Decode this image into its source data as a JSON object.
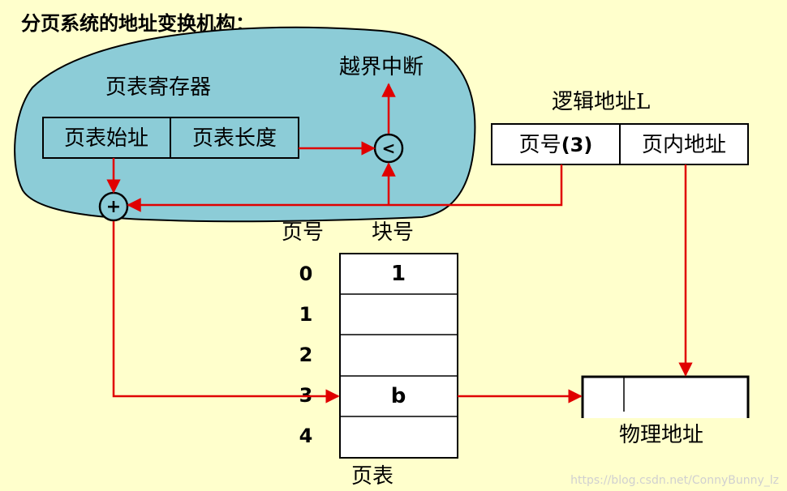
{
  "title": "分页系统的地址变换机构：",
  "register": {
    "label": "页表寄存器",
    "start_field": "页表始址",
    "length_field": "页表长度"
  },
  "compare_symbol": "<",
  "add_symbol": "+",
  "out_of_bounds": "越界中断",
  "logical_address": {
    "label": "逻辑地址L",
    "page_number_prefix": "页号",
    "page_number_value": "(3)",
    "offset_field": "页内地址"
  },
  "page_table": {
    "col_page": "页号",
    "col_block": "块号",
    "page_numbers": [
      "0",
      "1",
      "2",
      "3",
      "4"
    ],
    "blocks": [
      "1",
      "",
      "",
      "b",
      ""
    ],
    "caption": "页表"
  },
  "physical_address": {
    "label": "物理地址"
  },
  "watermark": "https://blog.csdn.net/ConnyBunny_lz",
  "colors": {
    "background": "#FFFFCC",
    "cloud_fill": "#8CCCD7",
    "arrow": "#E00000",
    "stroke": "#000000"
  }
}
